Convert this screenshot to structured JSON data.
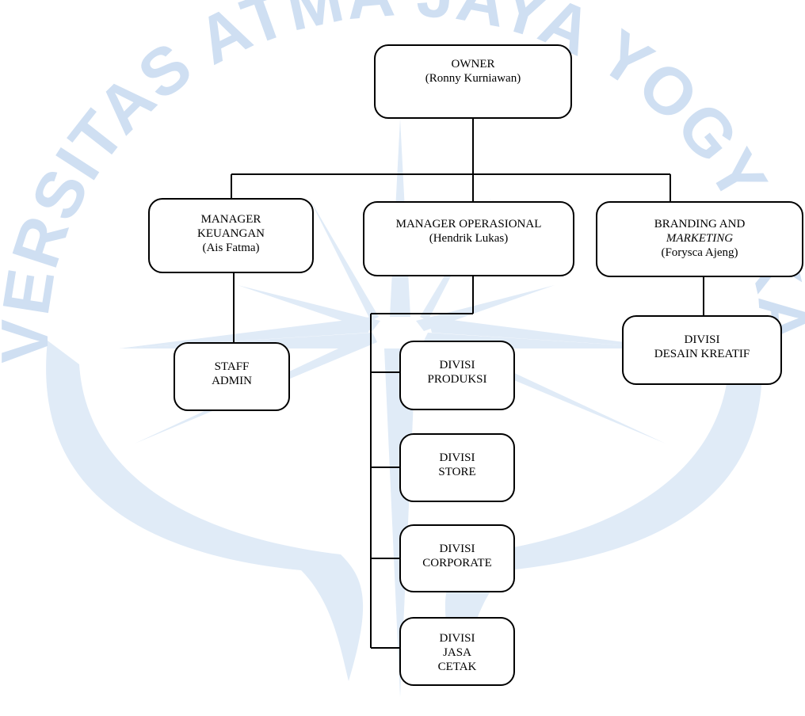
{
  "watermark": {
    "text": "UNIVERSITAS ATMA JAYA YOGYAKARTA",
    "color": "#cfdff2",
    "logo_color": "#e0ebf7"
  },
  "org_chart": {
    "owner": {
      "title": "OWNER",
      "name": "(Ronny Kurniawan)"
    },
    "manager_keuangan": {
      "line1": "MANAGER",
      "line2": "KEUANGAN",
      "name": "(Ais Fatma)"
    },
    "manager_operasional": {
      "title": "MANAGER OPERASIONAL",
      "name": "(Hendrik Lukas)"
    },
    "branding_marketing": {
      "line1": "BRANDING AND",
      "line2": "MARKETING",
      "name": "(Forysca Ajeng)"
    },
    "staff_admin": {
      "line1": "STAFF",
      "line2": "ADMIN"
    },
    "divisi_produksi": {
      "line1": "DIVISI",
      "line2": "PRODUKSI"
    },
    "divisi_store": {
      "line1": "DIVISI",
      "line2": "STORE"
    },
    "divisi_corporate": {
      "line1": "DIVISI",
      "line2": "CORPORATE"
    },
    "divisi_jasa_cetak": {
      "line1": "DIVISI",
      "line2": "JASA",
      "line3": "CETAK"
    },
    "divisi_desain_kreatif": {
      "line1": "DIVISI",
      "line2": "DESAIN KREATIF"
    }
  }
}
